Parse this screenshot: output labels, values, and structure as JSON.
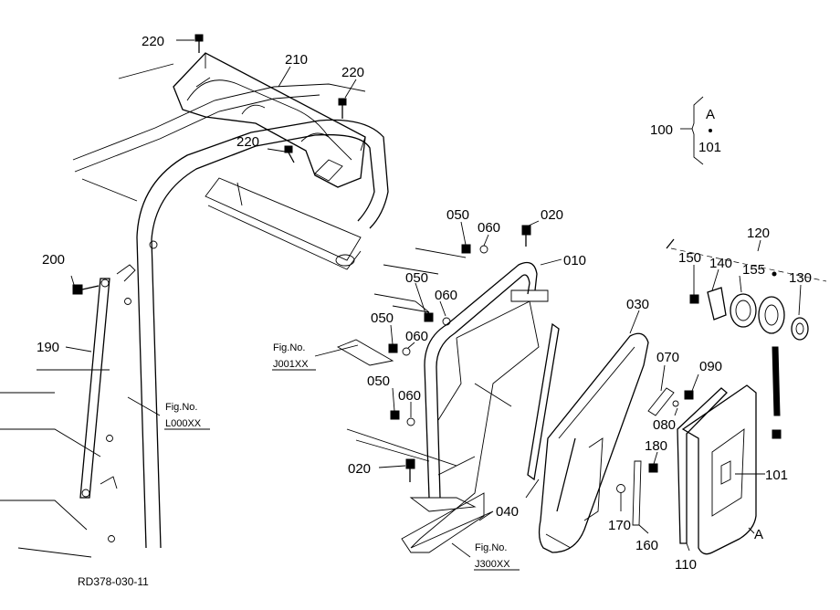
{
  "diagram_code": "RD378-030-11",
  "parts": {
    "p220a": "220",
    "p210": "210",
    "p220b": "220",
    "p220c": "220",
    "p100": "100",
    "pA1": "A",
    "p101a": "101",
    "p200": "200",
    "p190": "190",
    "p050a": "050",
    "p060a": "060",
    "p020a": "020",
    "p010": "010",
    "p120": "120",
    "p150": "150",
    "p140": "140",
    "p155": "155",
    "p130": "130",
    "p050b": "050",
    "p060b": "060",
    "p050c": "050",
    "p060c": "060",
    "p030": "030",
    "p050d": "050",
    "p060d": "060",
    "p070": "070",
    "p090": "090",
    "p080": "080",
    "p020b": "020",
    "p180": "180",
    "p040": "040",
    "p101b": "101",
    "p170": "170",
    "p160": "160",
    "p110": "110",
    "pA2": "A"
  },
  "figure_refs": {
    "j001": {
      "title": "Fig.No.",
      "code": "J001XX"
    },
    "l000": {
      "title": "Fig.No.",
      "code": "L000XX"
    },
    "j300": {
      "title": "Fig.No.",
      "code": "J300XX"
    }
  }
}
